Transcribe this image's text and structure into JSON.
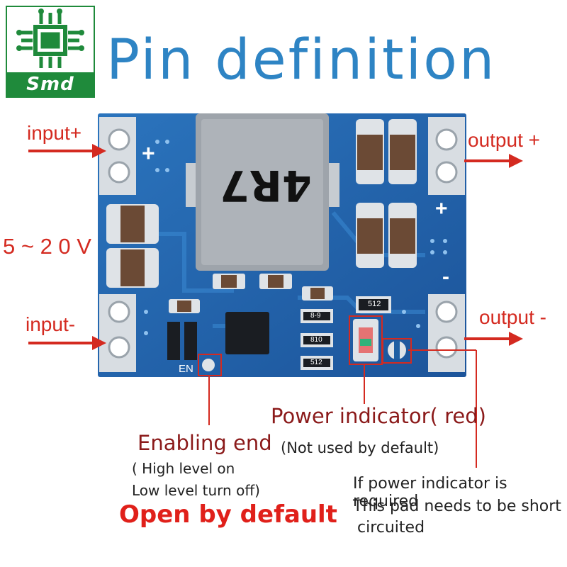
{
  "logo": {
    "text": "Smd"
  },
  "title": "Pin definition",
  "board": {
    "inductor_marking": "4R7",
    "en_silk": "EN",
    "plus_silk": "+",
    "minus_silk": "-",
    "resistor_codes": [
      "512",
      "8-9",
      "810",
      "512"
    ]
  },
  "labels": {
    "input_plus": "input+",
    "voltage_range": "5 ~ 2 0 V",
    "input_minus": "input-",
    "output_plus": "output +",
    "output_minus": "output -",
    "power_indicator": "Power indicator( red)",
    "not_used": "(Not used by default)",
    "enabling_end": "Enabling end",
    "high_level": "( High level on",
    "low_level": "Low level turn off)",
    "open_default": "Open by default",
    "note_line1": "If power indicator is required",
    "note_line2": "This pad needs to be short",
    "note_line3": "circuited"
  },
  "colors": {
    "title": "#2e84c4",
    "label_red": "#d42a20",
    "dark_red": "#8b1a1a",
    "pcb_blue": "#1f5fa3",
    "logo_green": "#1f8a3b"
  }
}
